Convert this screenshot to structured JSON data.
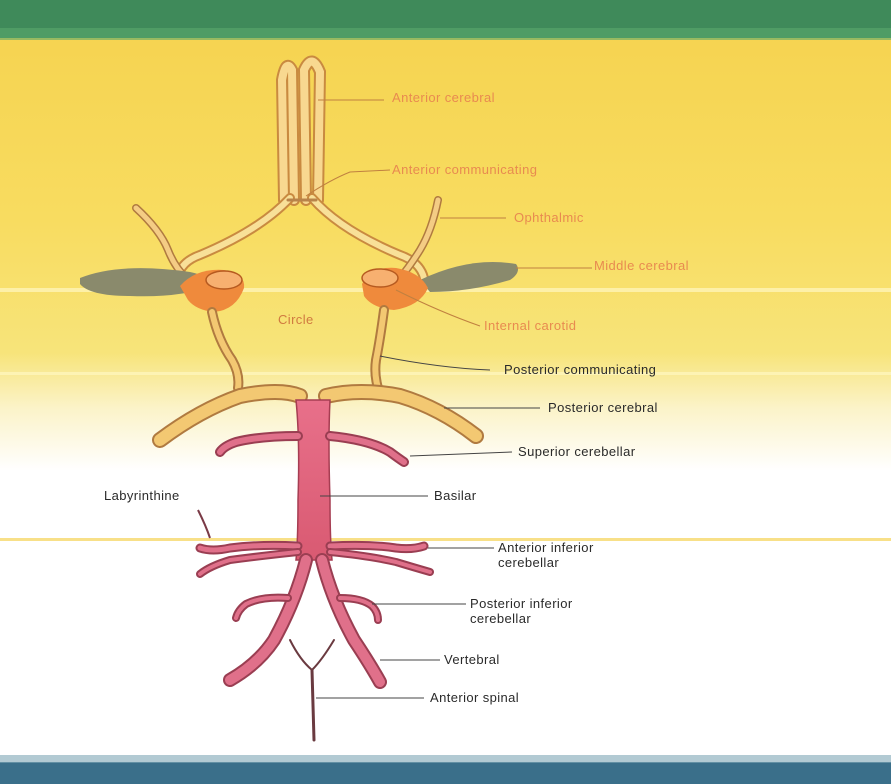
{
  "labels": {
    "anterior_cerebral": "Anterior cerebral",
    "anterior_communicating": "Anterior communicating",
    "ophthalmic": "Ophthalmic",
    "middle_cerebral": "Middle cerebral",
    "circle": "Circle",
    "internal_carotid": "Internal carotid",
    "posterior_communicating": "Posterior communicating",
    "posterior_cerebral": "Posterior cerebral",
    "superior_cerebellar": "Superior cerebellar",
    "labyrinthine": "Labyrinthine",
    "basilar": "Basilar",
    "anterior_inferior_cerebellar_1": "Anterior inferior",
    "anterior_inferior_cerebellar_2": "cerebellar",
    "posterior_inferior_cerebellar_1": "Posterior inferior",
    "posterior_inferior_cerebellar_2": "cerebellar",
    "vertebral": "Vertebral",
    "anterior_spinal": "Anterior spinal"
  },
  "colors": {
    "top_banner": "#3f8a5a",
    "bottom_banner": "#3a6f8a",
    "background_warm": "#f6d85a",
    "artery_pink": "#e0607a",
    "artery_yellow": "#f3c872",
    "orange_vessel": "#ef8a3c",
    "grey_branch": "#8c8c6e",
    "upper_label_color": "#e88a50",
    "lower_label_color": "#2a2a2a"
  }
}
